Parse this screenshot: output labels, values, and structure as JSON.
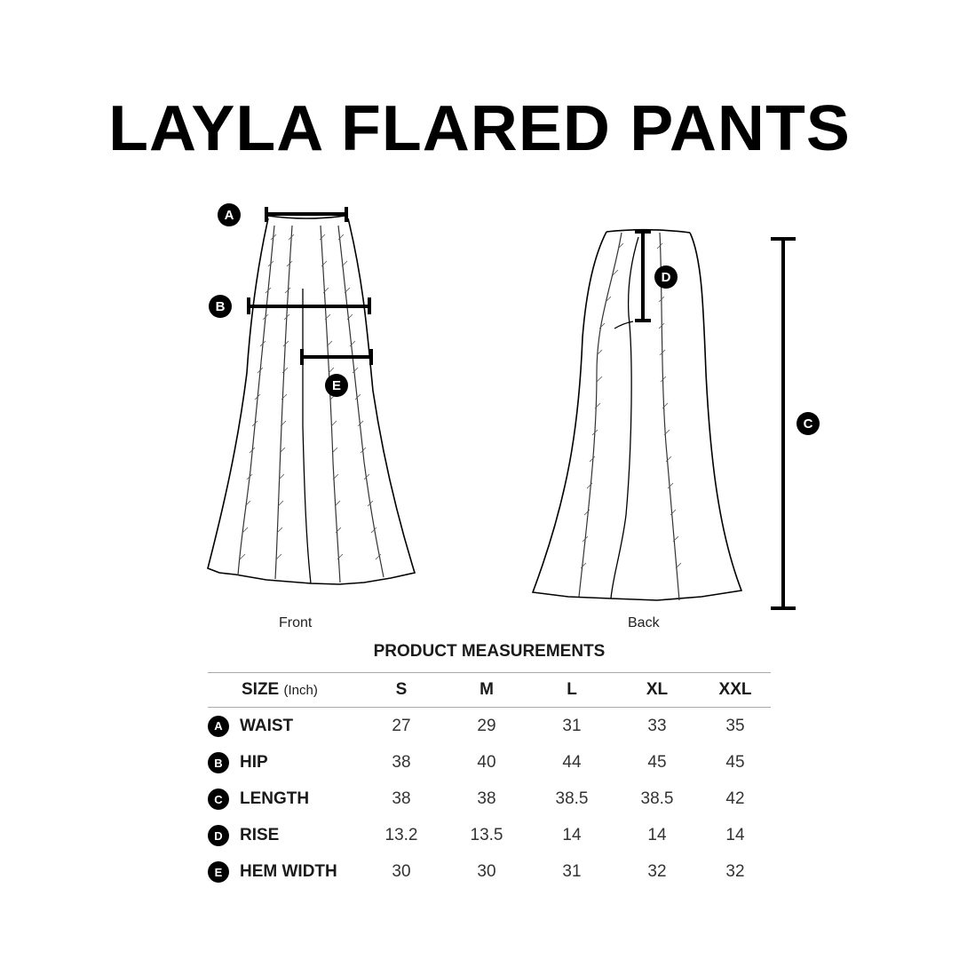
{
  "title": "LAYLA FLARED PANTS",
  "views": {
    "front_label": "Front",
    "back_label": "Back"
  },
  "markers": {
    "a": "A",
    "b": "B",
    "c": "C",
    "d": "D",
    "e": "E"
  },
  "table": {
    "title": "PRODUCT MEASUREMENTS",
    "size_header": "SIZE",
    "unit": "(Inch)",
    "sizes": [
      "S",
      "M",
      "L",
      "XL",
      "XXL"
    ],
    "rows": [
      {
        "marker": "A",
        "label": "WAIST",
        "values": [
          "27",
          "29",
          "31",
          "33",
          "35"
        ]
      },
      {
        "marker": "B",
        "label": "HIP",
        "values": [
          "38",
          "40",
          "44",
          "45",
          "45"
        ]
      },
      {
        "marker": "C",
        "label": "LENGTH",
        "values": [
          "38",
          "38",
          "38.5",
          "38.5",
          "42"
        ]
      },
      {
        "marker": "D",
        "label": "RISE",
        "values": [
          "13.2",
          "13.5",
          "14",
          "14",
          "14"
        ]
      },
      {
        "marker": "E",
        "label": "HEM WIDTH",
        "values": [
          "30",
          "30",
          "31",
          "32",
          "32"
        ]
      }
    ]
  },
  "colors": {
    "ink": "#000000",
    "background": "#ffffff",
    "rule": "#aaaaaa"
  }
}
